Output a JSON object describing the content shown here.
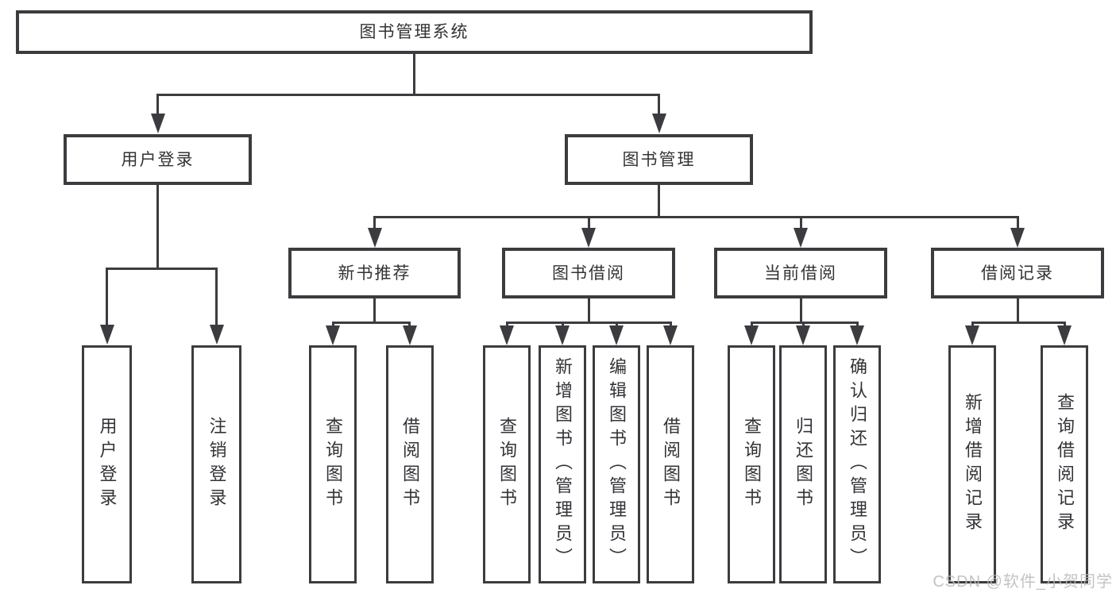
{
  "colors": {
    "line": "#3c3c40",
    "text": "#333338",
    "watermark": "#b9b9b9",
    "background": "#ffffff"
  },
  "watermark": {
    "text": "CSDN @软件_小贺同学"
  },
  "tree": {
    "root": {
      "label": "图书管理系统"
    },
    "branches": [
      {
        "label": "用户登录",
        "children": [
          {
            "label": "用户登录"
          },
          {
            "label": "注销登录"
          }
        ]
      },
      {
        "label": "图书管理",
        "children": [
          {
            "label": "新书推荐",
            "children": [
              {
                "label": "查询图书"
              },
              {
                "label": "借阅图书"
              }
            ]
          },
          {
            "label": "图书借阅",
            "children": [
              {
                "label": "查询图书"
              },
              {
                "label": "新增图书（管理员）"
              },
              {
                "label": "编辑图书（管理员）"
              },
              {
                "label": "借阅图书"
              }
            ]
          },
          {
            "label": "当前借阅",
            "children": [
              {
                "label": "查询图书"
              },
              {
                "label": "归还图书"
              },
              {
                "label": "确认归还（管理员）"
              }
            ]
          },
          {
            "label": "借阅记录",
            "children": [
              {
                "label": "新增借阅记录"
              },
              {
                "label": "查询借阅记录"
              }
            ]
          }
        ]
      }
    ]
  }
}
